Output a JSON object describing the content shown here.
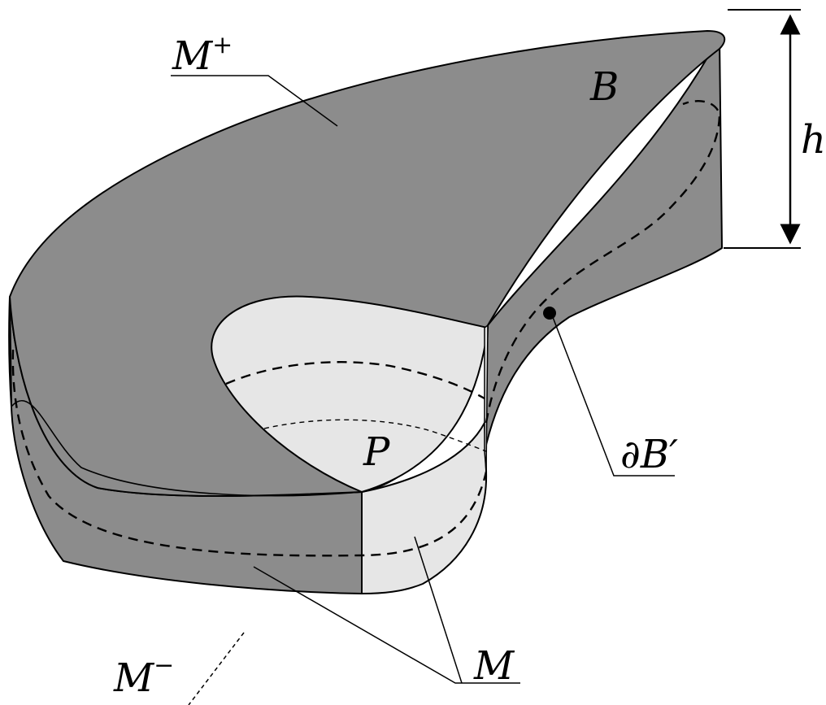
{
  "labels": {
    "m_plus": {
      "base": "M",
      "sup": "+"
    },
    "m_minus": {
      "base": "M",
      "sup": "−"
    },
    "b": "B",
    "h": "h",
    "p": "P",
    "boundary": "∂B′",
    "m": "M"
  },
  "colors": {
    "dark_surface": "#8c8c8c",
    "light_surface": "#e6e6e6",
    "line": "#000000",
    "background": "#ffffff"
  }
}
